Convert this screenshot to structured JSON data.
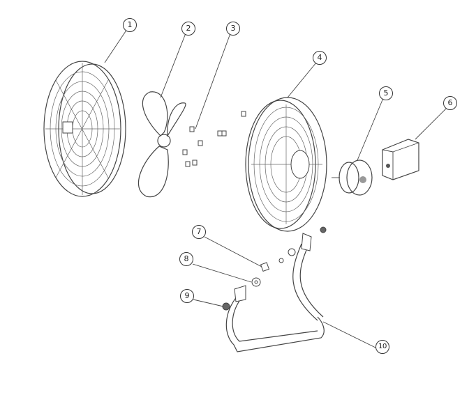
{
  "diagram": {
    "type": "exploded parts view",
    "callouts": [
      "1",
      "2",
      "3",
      "4",
      "5",
      "6",
      "7",
      "8",
      "9",
      "10"
    ],
    "parts": [
      {
        "id": "1",
        "icon": "front-grille"
      },
      {
        "id": "2",
        "icon": "fan-blade"
      },
      {
        "id": "3",
        "icon": "clips-screws"
      },
      {
        "id": "4",
        "icon": "rear-grille"
      },
      {
        "id": "5",
        "icon": "motor"
      },
      {
        "id": "6",
        "icon": "switch-box"
      },
      {
        "id": "7",
        "icon": "bolt"
      },
      {
        "id": "8",
        "icon": "washer"
      },
      {
        "id": "9",
        "icon": "knob-nut"
      },
      {
        "id": "10",
        "icon": "stand-base"
      }
    ]
  }
}
